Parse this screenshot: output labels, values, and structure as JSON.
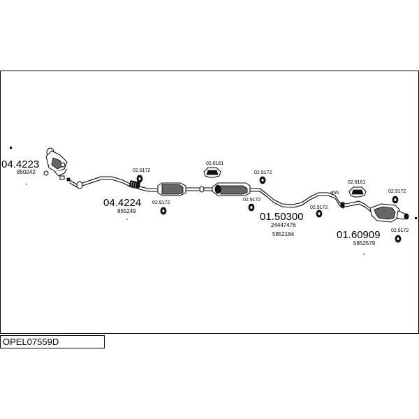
{
  "code_box": {
    "label": "OPEL07559D"
  },
  "parts": [
    {
      "id": "p1",
      "number": "04.4223",
      "oem": "850242"
    },
    {
      "id": "p2",
      "number": "04.4224",
      "oem": "855249"
    },
    {
      "id": "p3",
      "number": "01.50300",
      "oem": [
        "24447476",
        "5852184"
      ]
    },
    {
      "id": "p4",
      "number": "01.60909",
      "oem": "5852579"
    }
  ],
  "fittings": {
    "clamp_a": "02.9172",
    "clamp_b": "02.9172",
    "hanger_a": "02.8161",
    "clamp_c": "02.9172",
    "clamp_d": "02.9172",
    "clamp_e": "02.9172",
    "hanger_b": "02.8161",
    "clamp_f": "02.9172",
    "clamp_g": "02.9172",
    "ring": "55"
  }
}
